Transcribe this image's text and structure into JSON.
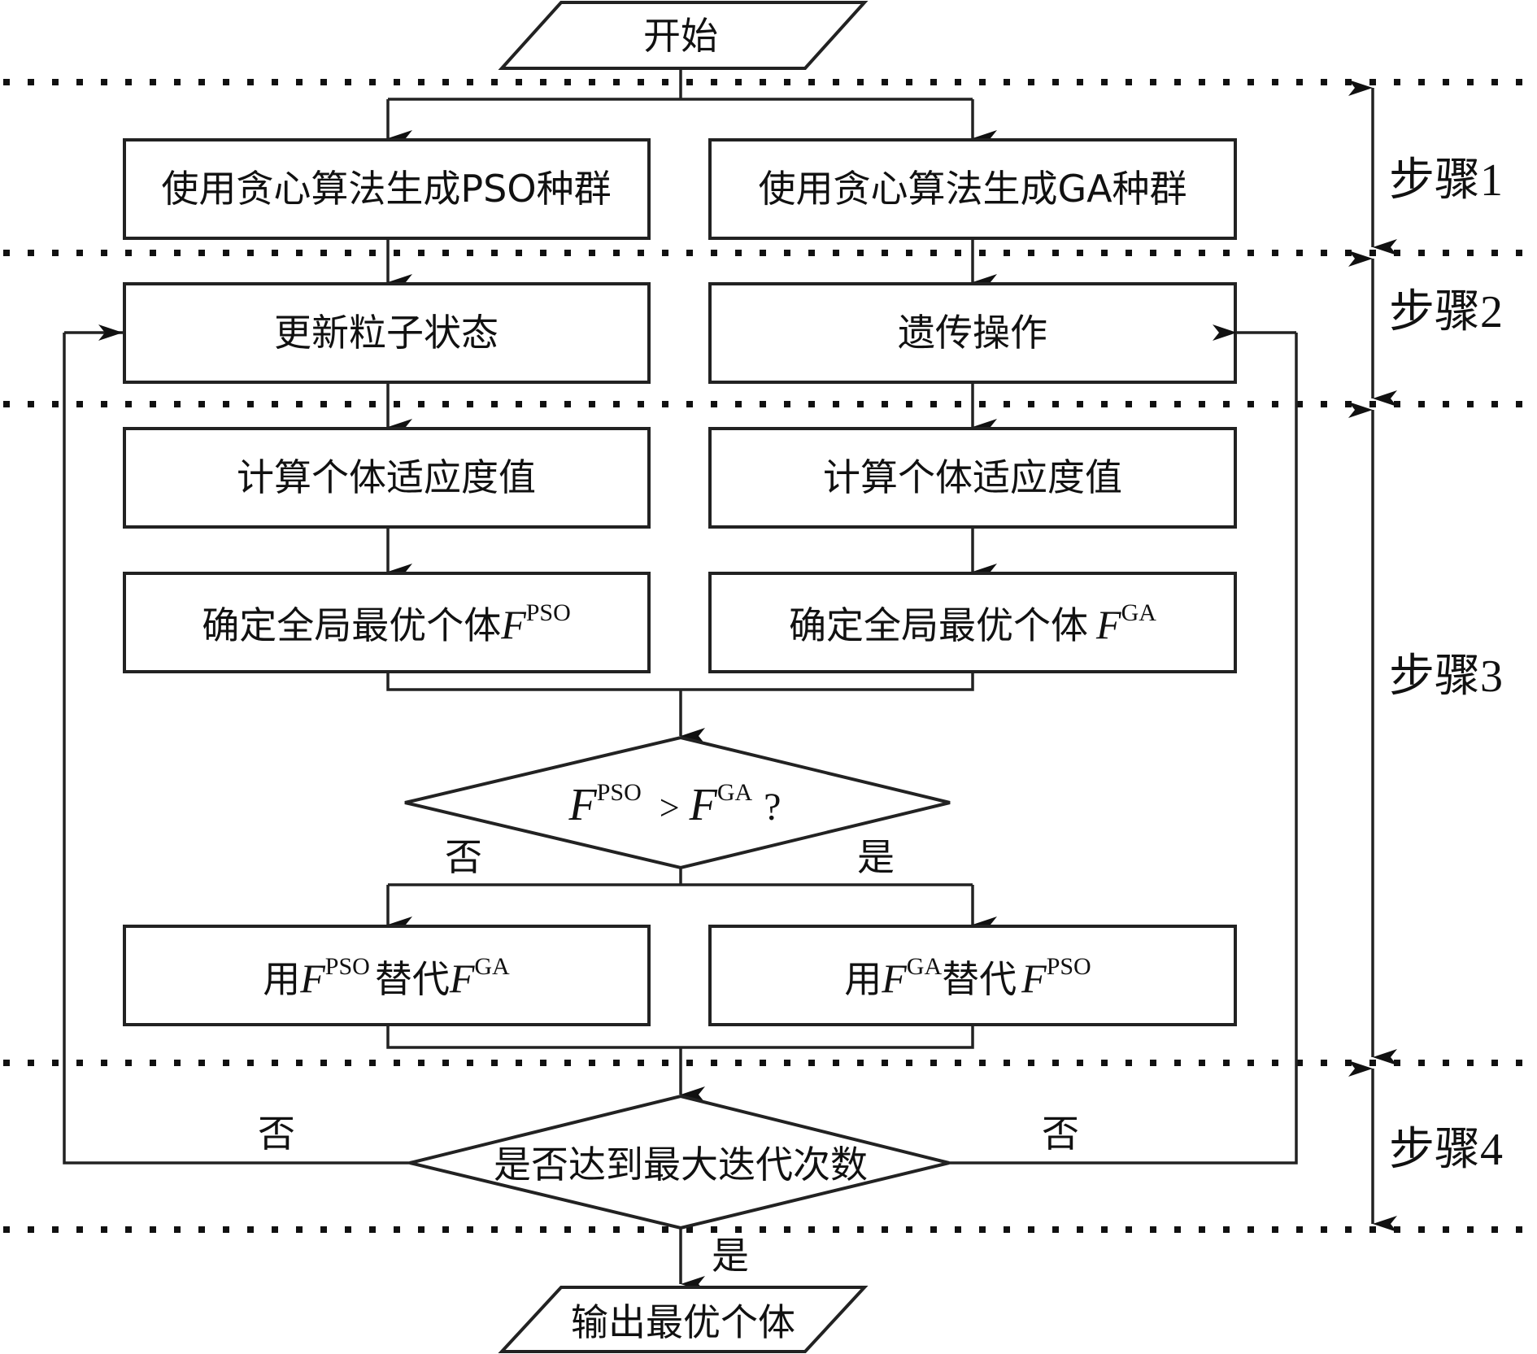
{
  "diagram": {
    "type": "flowchart",
    "start": {
      "label": "开始"
    },
    "end": {
      "label": "输出最优个体"
    },
    "steps": [
      {
        "label": "步骤1"
      },
      {
        "label": "步骤2"
      },
      {
        "label": "步骤3"
      },
      {
        "label": "步骤4"
      }
    ],
    "left_column": {
      "init": "使用贪心算法生成PSO种群",
      "update": "更新粒子状态",
      "fitness": "计算个体适应度值",
      "best_prefix": "确定全局最优个体",
      "best_var": "F",
      "best_sup": "PSO",
      "replace_prefix": "用",
      "replace_var1": "F",
      "replace_sup1": "PSO",
      "replace_mid": "替代",
      "replace_var2": "F",
      "replace_sup2": "GA"
    },
    "right_column": {
      "init": "使用贪心算法生成GA种群",
      "update": "遗传操作",
      "fitness": "计算个体适应度值",
      "best_prefix": "确定全局最优个体",
      "best_var": "F",
      "best_sup": "GA",
      "replace_prefix": "用",
      "replace_var1": "F",
      "replace_sup1": "GA",
      "replace_mid": "替代",
      "replace_var2": "F",
      "replace_sup2": "PSO"
    },
    "decision1": {
      "var1": "F",
      "sup1": "PSO",
      "op": ">",
      "var2": "F",
      "sup2": "GA",
      "q": "?",
      "no_label": "否",
      "yes_label": "是"
    },
    "decision2": {
      "label": "是否达到最大迭代次数",
      "no_left": "否",
      "no_right": "否",
      "yes_label": "是"
    }
  }
}
